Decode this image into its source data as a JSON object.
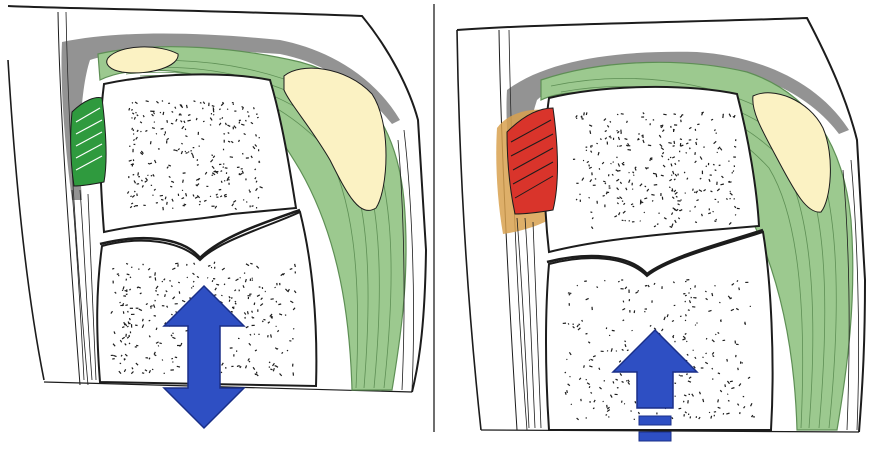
{
  "diagram": {
    "layout": "two-panels-side-by-side",
    "colors": {
      "ink": "#1c1c1c",
      "background": "#ffffff",
      "tendon_green": "#9cc98f",
      "tendon_line": "#5e8f55",
      "fat_pad": "#fbf2c3",
      "ligament_green": "#2f9a3e",
      "ligament_red": "#d9342b",
      "tan_tissue": "#d8a14f",
      "arrow_blue": "#2e4fc3",
      "arrow_edge": "#1a2f88",
      "divider": "#6e6e6e"
    },
    "panels": [
      {
        "id": "left",
        "ligament_color": "green",
        "arrow": {
          "type": "double-headed",
          "direction": "vertical"
        }
      },
      {
        "id": "right",
        "ligament_color": "red",
        "arrow": {
          "type": "upward-with-dashed-tail",
          "direction": "up"
        }
      }
    ]
  }
}
